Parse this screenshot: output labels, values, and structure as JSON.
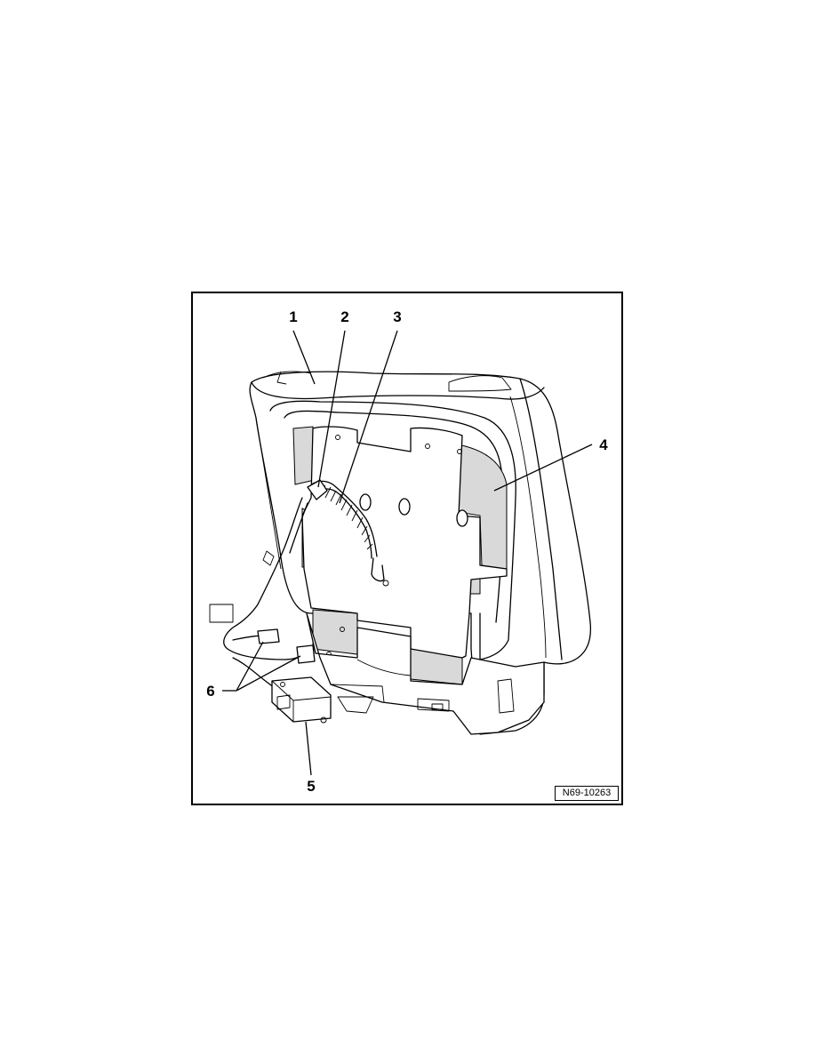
{
  "figure": {
    "callouts": [
      {
        "id": "1",
        "label": "1"
      },
      {
        "id": "2",
        "label": "2"
      },
      {
        "id": "3",
        "label": "3"
      },
      {
        "id": "4",
        "label": "4"
      },
      {
        "id": "5",
        "label": "5"
      },
      {
        "id": "6",
        "label": "6"
      }
    ],
    "reference_code": "N69-10263"
  }
}
